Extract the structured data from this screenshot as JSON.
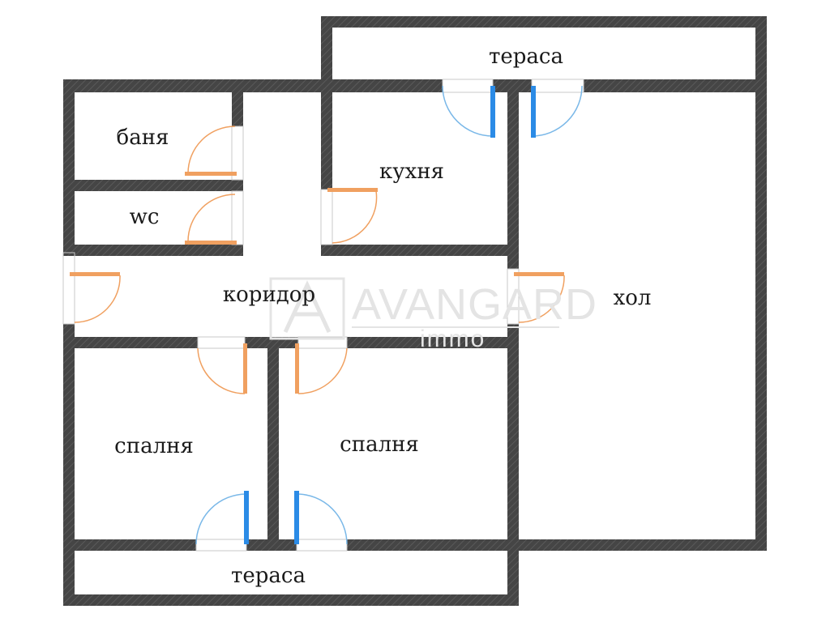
{
  "plan": {
    "rooms": [
      {
        "key": "terrace_top",
        "label": "тераса"
      },
      {
        "key": "bathroom",
        "label": "баня"
      },
      {
        "key": "wc",
        "label": "wc"
      },
      {
        "key": "kitchen",
        "label": "кухня"
      },
      {
        "key": "corridor",
        "label": "коридор"
      },
      {
        "key": "hall",
        "label": "хол"
      },
      {
        "key": "bedroom_left",
        "label": "спалня"
      },
      {
        "key": "bedroom_right",
        "label": "спалня"
      },
      {
        "key": "terrace_bottom",
        "label": "тераса"
      }
    ],
    "watermark": {
      "brand": "AVANGARD",
      "sub": "immo"
    },
    "colors": {
      "wall": "#444444",
      "interior_door": "#f0a060",
      "balcony_door": "#2b8be6",
      "door_swing_balcony": "#7ab8e8",
      "door_swing_interior": "#f0a060",
      "background": "#ffffff"
    }
  }
}
